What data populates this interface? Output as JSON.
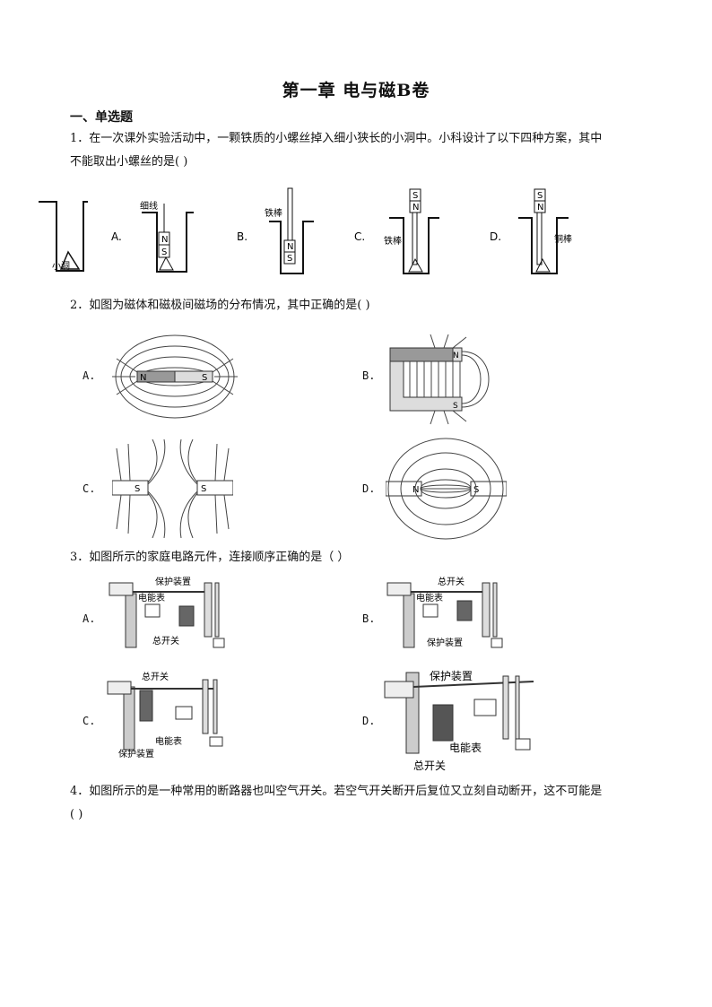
{
  "title": "第一章 电与磁B卷",
  "section": "一、单选题",
  "q1": {
    "line1": "1．在一次课外实验活动中，一颗铁质的小螺丝掉入细小狭长的小洞中。小科设计了以下四种方案，其中",
    "line2": "不能取出小螺丝的是(      )",
    "hole_label": "小洞",
    "opt_a": "A.",
    "opt_b": "B.",
    "opt_c": "C.",
    "opt_d": "D.",
    "a_label": "细线",
    "b_label": "铁棒",
    "c_label": "铁棒",
    "d_label": "铜棒",
    "pole_n": "N",
    "pole_s": "S"
  },
  "q2": {
    "text": "2．如图为磁体和磁极间磁场的分布情况，其中正确的是(      )",
    "opt_a": "A.",
    "opt_b": "B.",
    "opt_c": "C.",
    "opt_d": "D.",
    "pole_n": "N",
    "pole_s": "S"
  },
  "q3": {
    "text": "3．如图所示的家庭电路元件，连接顺序正确的是（      ）",
    "opt_a": "A.",
    "opt_b": "B.",
    "opt_c": "C.",
    "opt_d": "D.",
    "protect": "保护装置",
    "meter": "电能表",
    "switch": "总开关"
  },
  "q4": {
    "line1": "4．如图所示的是一种常用的断路器也叫空气开关。若空气开关断开后复位又立刻自动断开，这不可能是",
    "line2": "(      )"
  }
}
